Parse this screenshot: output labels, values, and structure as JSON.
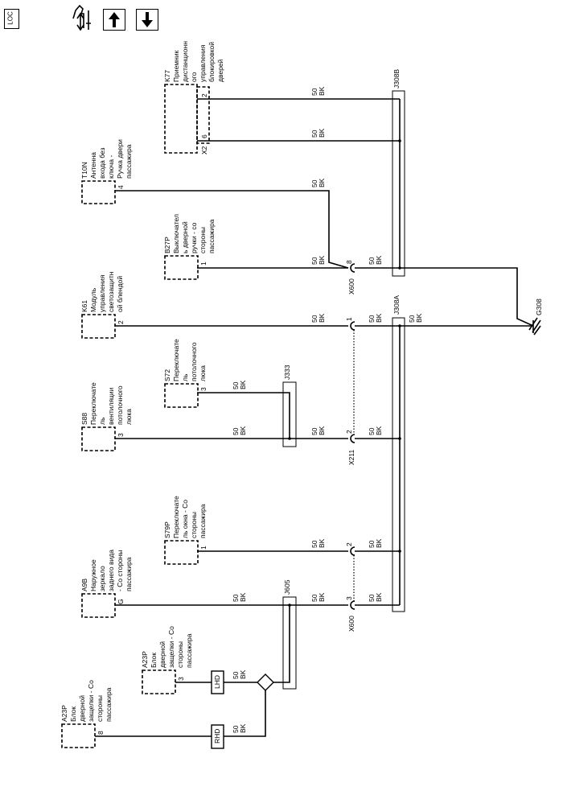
{
  "toolbar": {
    "loc_label": "LOC",
    "icons": [
      "location-icon",
      "repair-tools-icon",
      "page-up-icon",
      "page-down-icon"
    ]
  },
  "wire": {
    "gauge": "50",
    "color": "BK"
  },
  "components": [
    {
      "id": "K77",
      "lines": [
        "Приемник",
        "дистанционн",
        "ого",
        "управления",
        "блокировкой",
        "дверей"
      ],
      "pins": [
        "2",
        "6"
      ],
      "connector": "X2"
    },
    {
      "id": "T10N",
      "lines": [
        "Антенна",
        "входа без",
        "ключа -",
        "Ручка двери",
        "пассажира"
      ],
      "pins": [
        "4"
      ]
    },
    {
      "id": "B27P",
      "lines": [
        "Выключател",
        "ь дверной",
        "ручки - со",
        "стороны",
        "пассажира"
      ],
      "pins": [
        "1"
      ]
    },
    {
      "id": "K61",
      "lines": [
        "Модуль",
        "управления",
        "светозащитн",
        "ой блендой"
      ],
      "pins": [
        "2"
      ]
    },
    {
      "id": "S72",
      "lines": [
        "Переключате",
        "ль",
        "потолочного",
        "люка"
      ],
      "pins": [
        "3"
      ]
    },
    {
      "id": "S88",
      "lines": [
        "Переключате",
        "ль",
        "вентиляции",
        "потолочного",
        "люка"
      ],
      "pins": [
        "3"
      ]
    },
    {
      "id": "S79P",
      "lines": [
        "Переключате",
        "ль окна - Со",
        "стороны",
        "пассажира"
      ],
      "pins": [
        "1"
      ]
    },
    {
      "id": "A9B",
      "lines": [
        "Наружное",
        "зеркало",
        "заднего вида",
        "- Со стороны",
        "пассажира"
      ],
      "pins": [
        "G"
      ]
    },
    {
      "id": "A23P",
      "lines": [
        "Блок",
        "дверной",
        "защелки - Со",
        "стороны",
        "пассажира"
      ],
      "pins": [
        "3"
      ]
    },
    {
      "id": "A23P",
      "lines": [
        "Блок",
        "дверной",
        "защелки - Со",
        "стороны",
        "пассажира"
      ],
      "pins": [
        "8"
      ]
    }
  ],
  "connectors": {
    "x600_top": {
      "name": "X600",
      "pin": "8"
    },
    "k61_inline": {
      "pin": "1"
    },
    "x211": {
      "name": "X211",
      "pin": "2"
    },
    "x600_bottom": {
      "name": "X600",
      "pins": [
        "2",
        "3"
      ]
    }
  },
  "splices": {
    "j308b": "J308B",
    "j308a": "J308A",
    "j333": "J333",
    "j605": "J605"
  },
  "ground": "G308",
  "options": {
    "lhd": "LHD",
    "rhd": "RHD"
  }
}
